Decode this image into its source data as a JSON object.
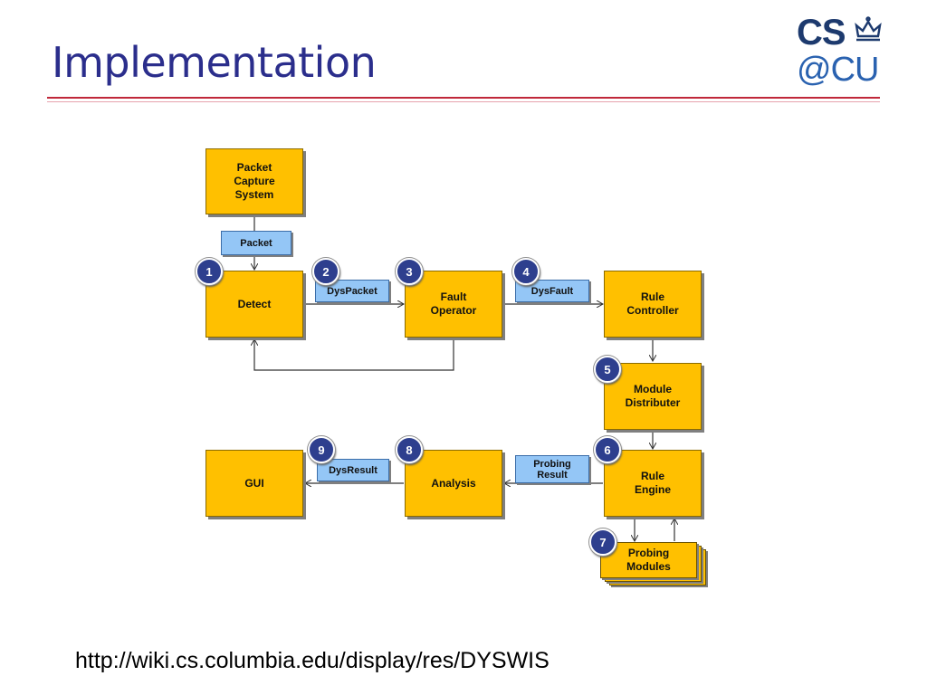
{
  "slide": {
    "title": "Implementation",
    "url": "http://wiki.cs.columbia.edu/display/res/DYSWIS"
  },
  "logo": {
    "line1": "CS",
    "line2": "@CU"
  },
  "diagram": {
    "boxes": {
      "packet_capture": "Packet\nCapture\nSystem",
      "detect": "Detect",
      "fault_operator": "Fault\nOperator",
      "rule_controller": "Rule\nController",
      "module_distributer": "Module\nDistributer",
      "rule_engine": "Rule\nEngine",
      "probing_modules": "Probing\nModules",
      "analysis": "Analysis",
      "gui": "GUI"
    },
    "labels": {
      "packet": "Packet",
      "dyspacket": "DysPacket",
      "dysfault": "DysFault",
      "probing_result": "Probing\nResult",
      "dysresult": "DysResult"
    },
    "numbers": [
      "1",
      "2",
      "3",
      "4",
      "5",
      "6",
      "7",
      "8",
      "9"
    ]
  },
  "colors": {
    "title": "#2b2e8c",
    "box_fill": "#ffc000",
    "label_fill": "#94c6f6",
    "badge_fill": "#2e3f8e",
    "rule": "#c0283a"
  }
}
